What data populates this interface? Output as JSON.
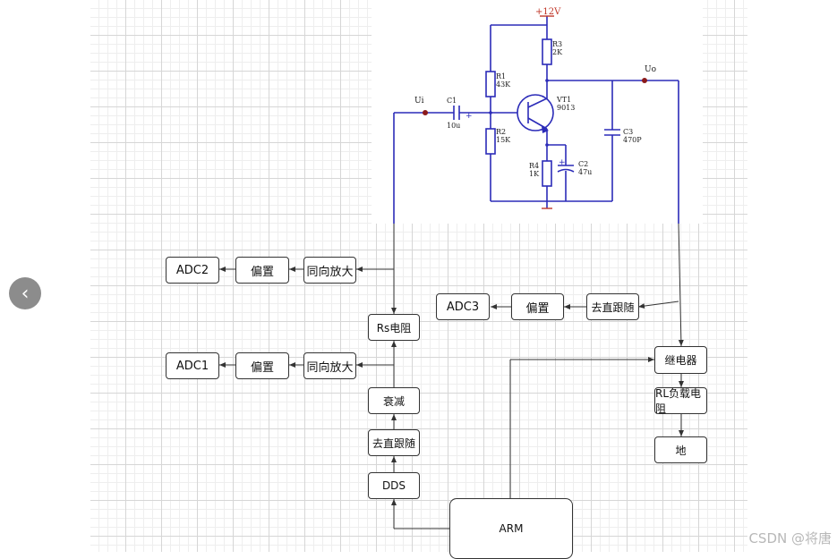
{
  "circuit": {
    "supply": "+12V",
    "input_label": "Ui",
    "output_label": "Uo",
    "components": [
      {
        "name": "R1",
        "value": "43K"
      },
      {
        "name": "R2",
        "value": "15K"
      },
      {
        "name": "R3",
        "value": "2K"
      },
      {
        "name": "R4",
        "value": "1K"
      },
      {
        "name": "C1",
        "value": "10u"
      },
      {
        "name": "C2",
        "value": "47u"
      },
      {
        "name": "C3",
        "value": "470P"
      },
      {
        "name": "VT1",
        "value": "9013"
      }
    ]
  },
  "blocks": {
    "adc2": "ADC2",
    "bias_top": "偏置",
    "amp_top": "同向放大",
    "adc3": "ADC3",
    "bias_mid": "偏置",
    "follower_right": "去直跟随",
    "rs": "Rs电阻",
    "adc1": "ADC1",
    "bias_bottom": "偏置",
    "amp_bottom": "同向放大",
    "atten": "衰减",
    "follower_left": "去直跟随",
    "dds": "DDS",
    "relay": "继电器",
    "rl": "RL负载电阻",
    "ground": "地",
    "arm": "ARM"
  },
  "watermark": "CSDN @将唐",
  "nav": {
    "icon": "chevron-left-icon"
  }
}
